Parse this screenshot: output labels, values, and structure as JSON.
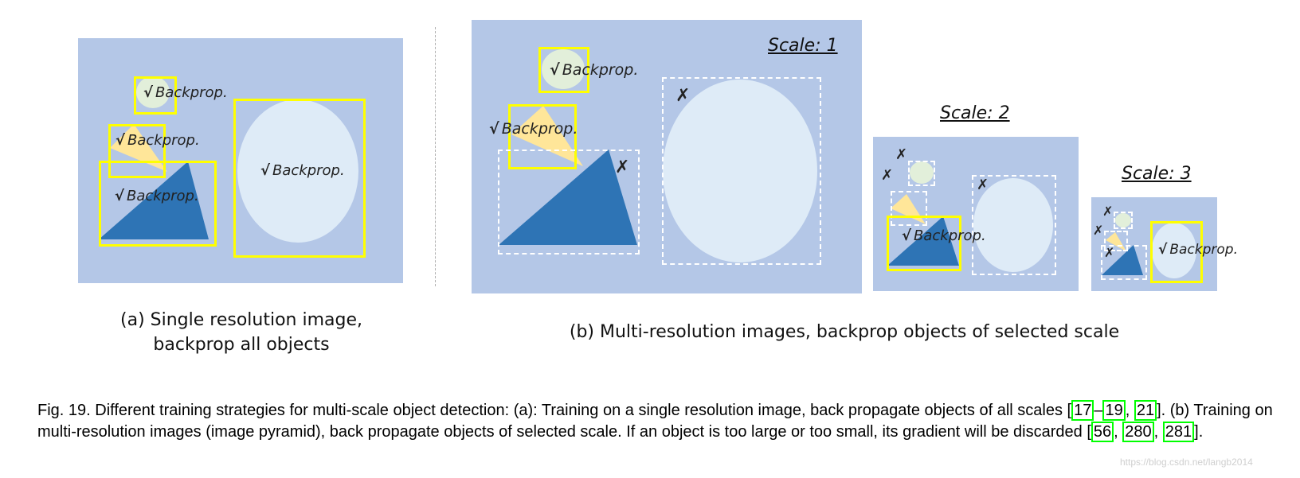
{
  "figure": {
    "backprop_label": "Backprop.",
    "check_symbol": "√",
    "cross_symbol": "✗",
    "panel_a": {
      "caption_line1": "(a) Single resolution image,",
      "caption_line2": "backprop all objects"
    },
    "panel_b": {
      "caption": "(b) Multi-resolution images, backprop objects of selected scale",
      "scales": [
        {
          "title": "Scale: 1"
        },
        {
          "title": "Scale: 2"
        },
        {
          "title": "Scale: 3"
        }
      ]
    },
    "colors": {
      "panel_bg": "#b4c7e7",
      "selected_box": "#ffff00",
      "rejected_box": "#ffffff",
      "triangle_blue": "#2e74b5",
      "ellipse_light": "#deebf7",
      "circle_green": "#e2efda",
      "triangle_yellow": "#ffe699",
      "reference_box": "#00ff00"
    }
  },
  "caption": {
    "lead": "Fig. 19. Different training strategies for multi-scale object detection: (a): Training on a single resolution image, back propagate objects of all scales ",
    "refs1": [
      "17",
      "19",
      "21"
    ],
    "mid": ". (b) Training on multi-resolution images (image pyramid), back propagate objects of selected scale. If an object is too large or too small, its gradient will be discarded ",
    "refs2": [
      "56",
      "280",
      "281"
    ],
    "tail": "."
  },
  "watermark": "https://blog.csdn.net/langb2014"
}
